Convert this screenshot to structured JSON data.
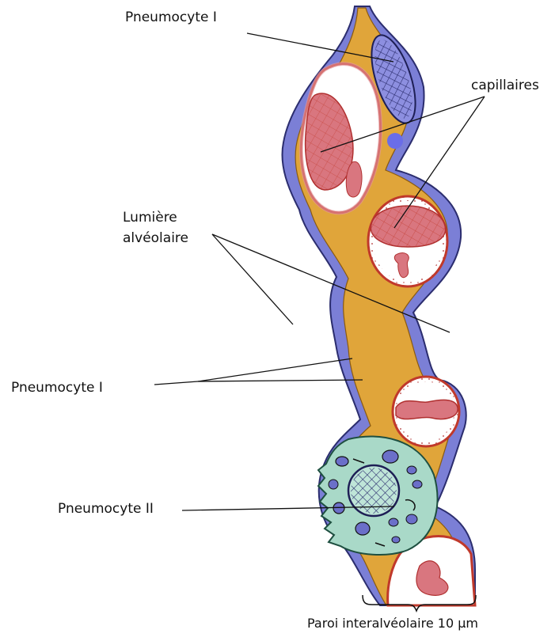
{
  "labels": {
    "pneumocyte_i_top": "Pneumocyte I",
    "capillaires": "capillaires",
    "lumiere_line1": "Lumière",
    "lumiere_line2": "alvéolaire",
    "pneumocyte_i_mid": "Pneumocyte I",
    "pneumocyte_ii": "Pneumocyte II",
    "paroi": "Paroi interalvéolaire 10 µm"
  },
  "colors": {
    "interstitium": "#e0a53a",
    "epithelium": "#7b7fd6",
    "capillary_wall": "#c0392b",
    "red_cell": "#d9767f",
    "pneumocyte_ii": "#a9d9c8",
    "nucleus_hatch": "#2b2d6e"
  }
}
